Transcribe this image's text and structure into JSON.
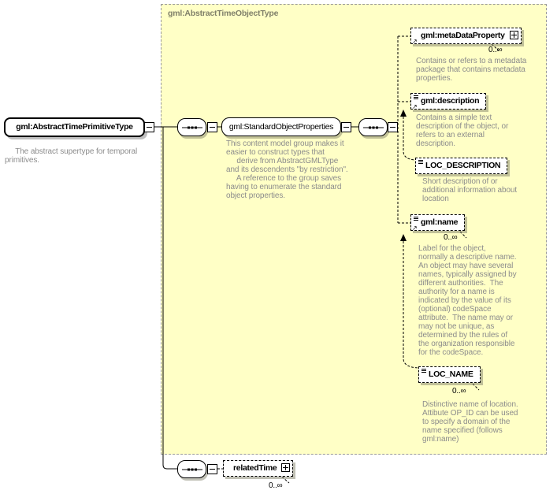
{
  "container": {
    "title": "gml:AbstractTimeObjectType"
  },
  "root": {
    "label": "gml:AbstractTimePrimitiveType",
    "annotation": "     The abstract supertype for temporal\nprimitives."
  },
  "group": {
    "label": "gml:StandardObjectProperties",
    "annotation": "This content model group makes it\neasier to construct types that\n     derive from AbstractGMLType\nand its descendents \"by restriction\".\n     A reference to the group saves\nhaving to enumerate the standard\nobject properties."
  },
  "elements": {
    "metaDataProperty": {
      "label": "gml:metaDataProperty",
      "occurs": "0..∞",
      "annotation": "Contains or refers to a metadata\npackage that contains metadata\nproperties."
    },
    "description": {
      "label": "gml:description",
      "annotation": "Contains a simple text\ndescription of the object, or\nrefers to an external\ndescription."
    },
    "loc_description": {
      "label": "LOC_DESCRIPTION",
      "annotation": "Short description of or\nadditional information about\nlocation"
    },
    "name": {
      "label": "gml:name",
      "occurs": "0..∞",
      "annotation": "Label for the object,\nnormally a descriptive name.\nAn object may have several\nnames, typically assigned by\ndifferent authorities.  The\nauthority for a name is\nindicated by the value of its\n(optional) codeSpace\nattribute.  The name may or\nmay not be unique, as\ndetermined by the rules of\nthe organization responsible\nfor the codeSpace."
    },
    "loc_name": {
      "label": "LOC_NAME",
      "occurs": "0..∞",
      "annotation": "Distinctive name of location.\nAttibute OP_ID can be used\nto specify a domain of the\nname specified (follows\ngml:name)"
    },
    "relatedTime": {
      "label": "relatedTime",
      "occurs": "0..∞"
    }
  },
  "icons": {
    "collapse": "−",
    "expand": "+",
    "reference": "↗",
    "sequence": "sequence-compositor"
  },
  "colors": {
    "container_bg": "#ffffc6",
    "container_border": "#9a9a9a",
    "container_title": "#80806a",
    "annotation_text": "#8c8c8c",
    "box_border": "#000000",
    "box_fill": "#ffffff"
  }
}
